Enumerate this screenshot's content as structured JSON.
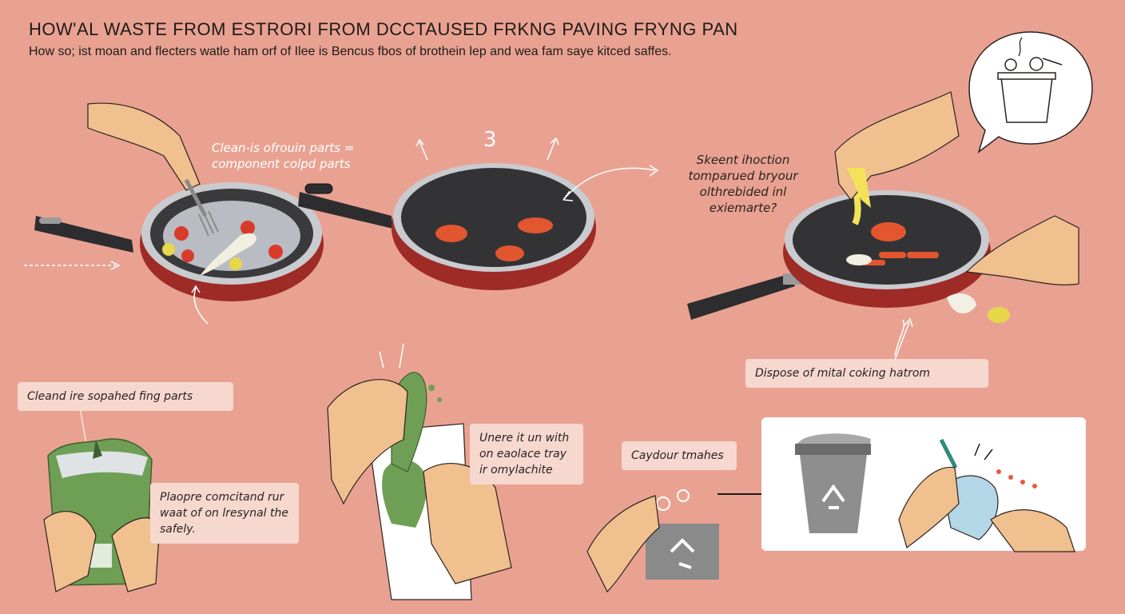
{
  "title": "HOW'AL WASTE FROM ESTRORI FROM DCCTAUSED FRKNG PAVING FRYNG PAN",
  "subtitle": "How so; ist moan and flecters watle ham orf of Ilee is Bencus fbos of brothein lep and wea fam saye kitced saffes.",
  "steps": {
    "step1_label": "Clean-is ofrouin parts = component colpd parts",
    "step2_number": "3",
    "step3_label": "Skeent ihoction tomparued bryour olthrebided inl exiemarte?",
    "step4_label": "Dispose of mital coking hatrom",
    "step5_label": "Cleand ire sopahed fing parts",
    "step6_label": "Plaopre comcitand rur waat of on lresynal the safely.",
    "step7_label": "Unere it un with on eaolace tray ir omylachite",
    "step8_label": "Caydour tmahes"
  },
  "colors": {
    "background": "#e9a292",
    "pan_body": "#9e2b26",
    "pan_inner": "#3a3a3c",
    "green_bag": "#6f9f55",
    "label_box": "#f6d8cf"
  },
  "icons": [
    "fork-icon",
    "recycle-icon",
    "trash-bin-icon",
    "speech-bubble-icon"
  ]
}
